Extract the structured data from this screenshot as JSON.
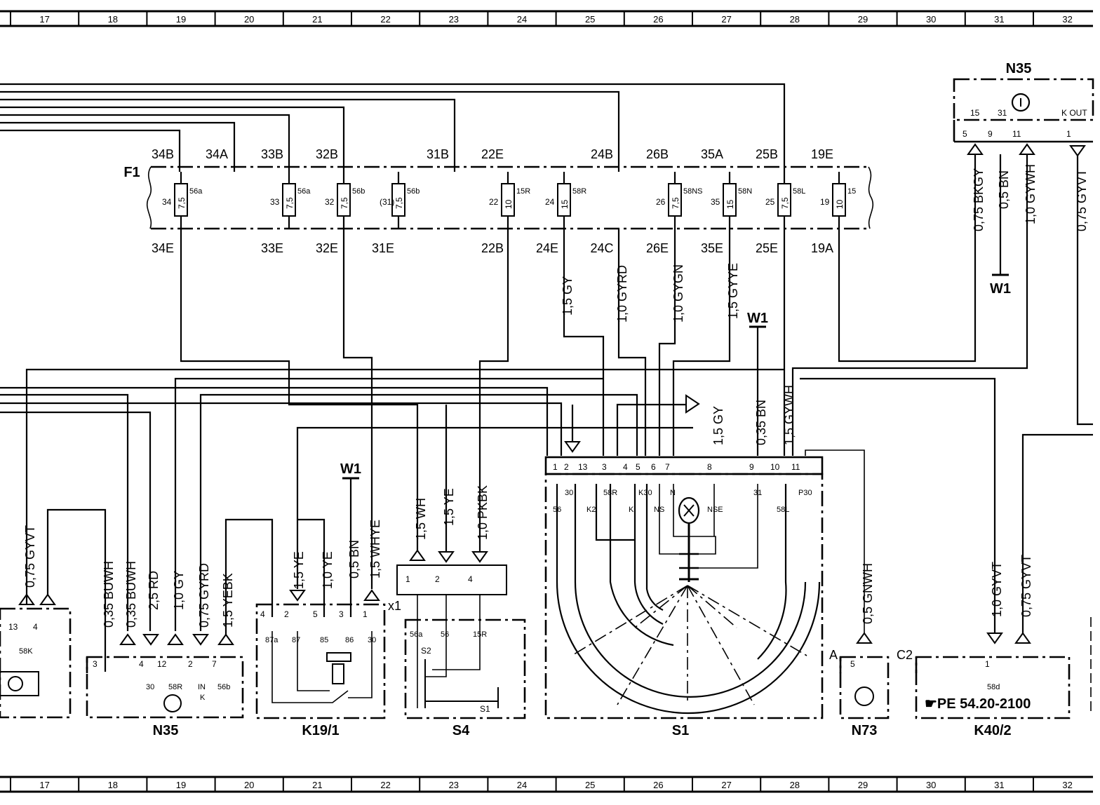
{
  "grid": {
    "numbers": [
      "17",
      "18",
      "19",
      "20",
      "21",
      "22",
      "23",
      "24",
      "25",
      "26",
      "27",
      "28",
      "29",
      "30",
      "31",
      "32"
    ]
  },
  "components": {
    "f1": "F1",
    "n35_top": "N35",
    "n35_bottom": "N35",
    "k19": "K19/1",
    "s4": "S4",
    "s1": "S1",
    "n73": "N73",
    "k40": "K40/2",
    "w1_a": "W1",
    "w1_b": "W1",
    "w1_c": "W1",
    "x1": "x1",
    "k40_ref": "☛PE  54.20-2100"
  },
  "fuse_box": {
    "top_terminals": [
      "34B",
      "34A",
      "33B",
      "32B",
      "31B",
      "22E",
      "24B",
      "26B",
      "35A",
      "25B",
      "19E"
    ],
    "bottom_terminals": [
      "34E",
      "33E",
      "32E",
      "31E",
      "22B",
      "24E",
      "24C",
      "26E",
      "35E",
      "25E",
      "19A"
    ],
    "fuses": [
      {
        "num": "34",
        "rating": "7,5",
        "term": "56a"
      },
      {
        "num": "33",
        "rating": "7,5",
        "term": "56a"
      },
      {
        "num": "32",
        "rating": "7,5",
        "term": "56b"
      },
      {
        "num": "(31)",
        "rating": "7,5",
        "term": "56b"
      },
      {
        "num": "22",
        "rating": "10",
        "term": "15R"
      },
      {
        "num": "24",
        "rating": "15",
        "term": "58R"
      },
      {
        "num": "26",
        "rating": "7,5",
        "term": "58NS"
      },
      {
        "num": "35",
        "rating": "15",
        "term": "58N"
      },
      {
        "num": "25",
        "rating": "7,5",
        "term": "58L"
      },
      {
        "num": "19",
        "rating": "10",
        "term": "15"
      }
    ]
  },
  "wires": {
    "w_24e": "1,5  GY",
    "w_24c": "1,0  GYRD",
    "w_26e": "1,0  GYGN",
    "w_35e": "1,5  GYYE",
    "w_s1_8": "1,5  GY",
    "w_s1_9": "0,35  BN",
    "w_s1_10": "1,5  GYWH",
    "w_n35_5": "0,75  BKGY",
    "w_n35_9": "0,5  BN",
    "w_n35_11": "1,0  GYWH",
    "w_n35_1": "0,75  GYVT",
    "w_left_gyvt": "0,75  GYVT",
    "w_n35b_3": "0,35  BUWH",
    "w_n35b_4a": "0,35  BUWH",
    "w_n35b_4": "2,5  RD",
    "w_n35b_12": "1,0  GY",
    "w_n35b_2": "0,75  GYRD",
    "w_n35b_7": "1,5  YEBK",
    "w_k19_2a": "1,5  YE",
    "w_k19_5": "1,0  YE",
    "w_k19_3": "0,5  BN",
    "w_k19_1": "1,5  WHYE",
    "w_s4_1": "1,5  WH",
    "w_s4_2": "1,5  YE",
    "w_s4_4": "1,0  PKBK",
    "w_n73": "0,5  GNWH",
    "w_k40_a": "1,0  GYVT",
    "w_k40_b": "0,75  GYVT"
  },
  "n35_top_pins": {
    "p15": "15",
    "p31": "31",
    "pk": "K OUT",
    "n5": "5",
    "n9": "9",
    "n11": "11",
    "n1": "1"
  },
  "n35_bottom": {
    "pins": [
      "3",
      "4",
      "12",
      "2",
      "7"
    ],
    "terms": [
      "30",
      "58R",
      "IN",
      "K",
      "56b"
    ]
  },
  "k19_pins": {
    "nums": [
      "4",
      "2",
      "5",
      "3",
      "1"
    ],
    "terms": [
      "87a",
      "87",
      "85",
      "86",
      "30"
    ]
  },
  "s4": {
    "pins": [
      "1",
      "2",
      "4"
    ],
    "terms": [
      "56a",
      "56",
      "15R"
    ],
    "s2": "S2",
    "s1": "S1"
  },
  "s1": {
    "pins": [
      "1",
      "2",
      "13",
      "3",
      "4",
      "5",
      "6",
      "7",
      "8",
      "9",
      "10",
      "11"
    ],
    "terms": [
      "56",
      "30",
      "K2",
      "58R",
      "K",
      "K30",
      "NS",
      "N",
      "NSE",
      "31",
      "58L",
      "P30"
    ]
  },
  "left_conn": {
    "p13": "13",
    "p4": "4",
    "t58k": "58K"
  },
  "n73": {
    "pin": "5",
    "conn": "A"
  },
  "k40": {
    "pin": "1",
    "conn": "C2",
    "term": "58d"
  }
}
